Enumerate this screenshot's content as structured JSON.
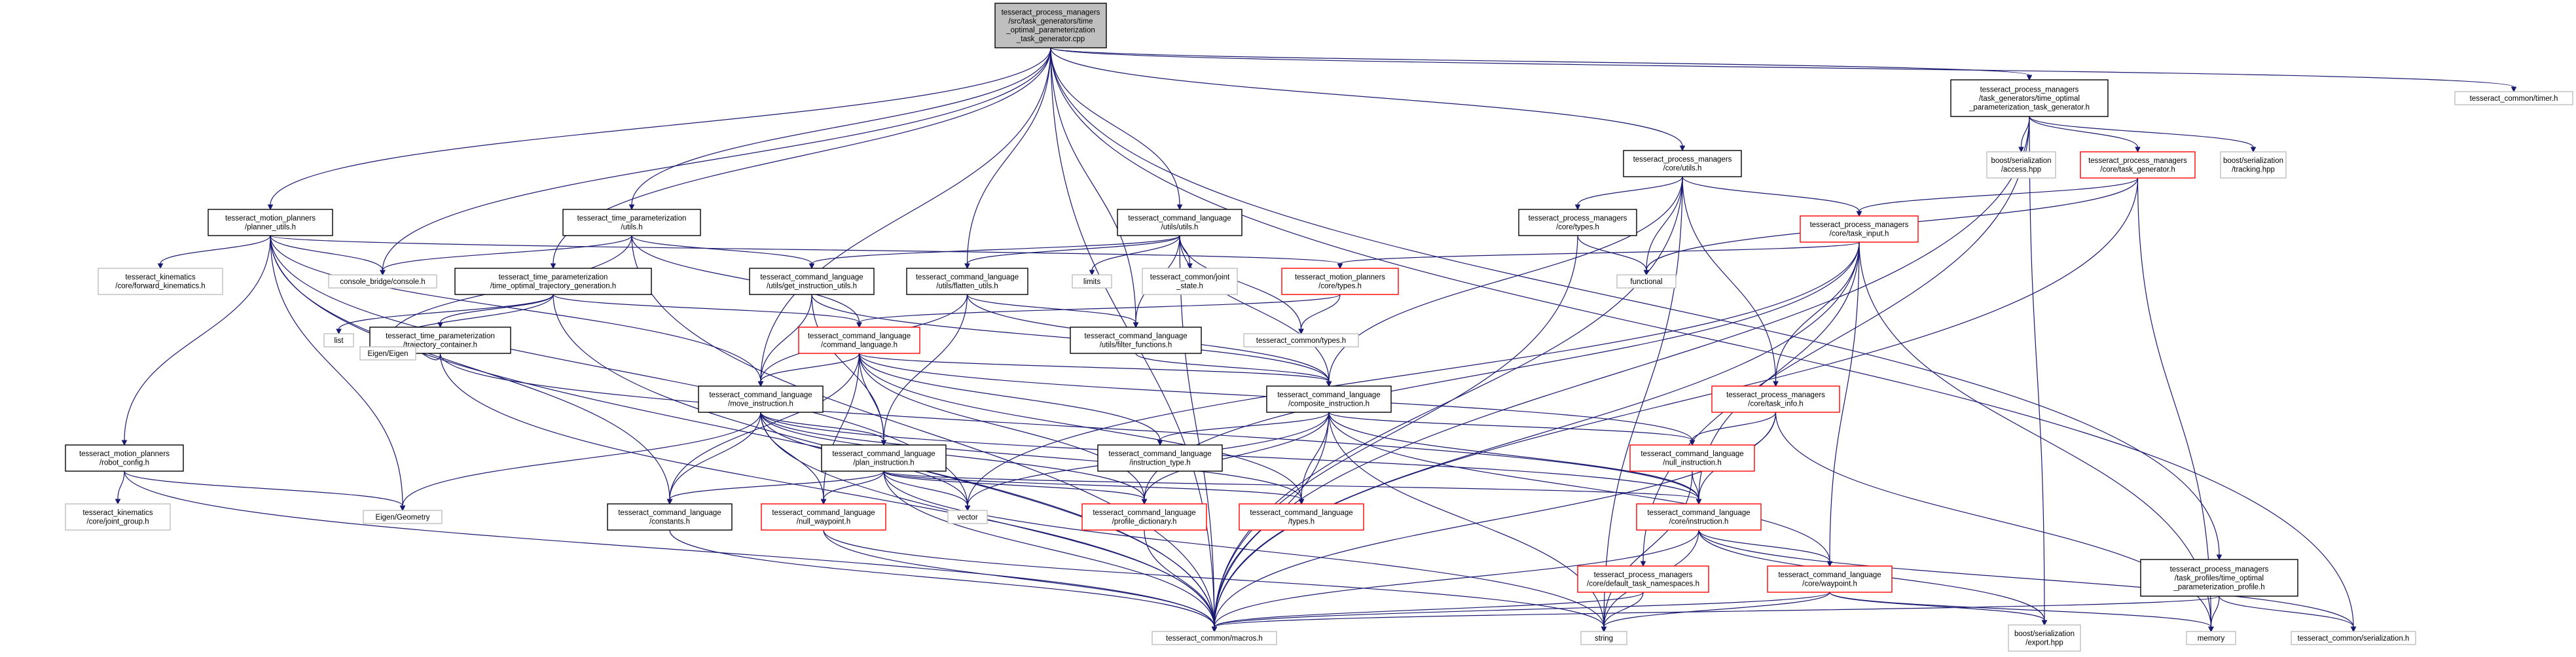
{
  "root": "n0",
  "nodes": [
    {
      "id": "n0",
      "lines": [
        "tesseract_process_managers",
        "/src/task_generators/time",
        "_optimal_parameterization",
        "_task_generator.cpp"
      ],
      "style": "root"
    },
    {
      "id": "n1",
      "lines": [
        "tesseract_process_managers",
        "/task_generators/time_optimal",
        "_parameterization_task_generator.h"
      ],
      "style": "black"
    },
    {
      "id": "n2",
      "lines": [
        "tesseract_common/timer.h"
      ],
      "style": "grey"
    },
    {
      "id": "n3",
      "lines": [
        "tesseract_process_managers",
        "/core/utils.h"
      ],
      "style": "black"
    },
    {
      "id": "n4",
      "lines": [
        "boost/serialization",
        "/access.hpp"
      ],
      "style": "grey"
    },
    {
      "id": "n5",
      "lines": [
        "tesseract_process_managers",
        "/core/task_generator.h"
      ],
      "style": "red"
    },
    {
      "id": "n6",
      "lines": [
        "boost/serialization",
        "/tracking.hpp"
      ],
      "style": "grey"
    },
    {
      "id": "n7",
      "lines": [
        "tesseract_motion_planners",
        "/planner_utils.h"
      ],
      "style": "black"
    },
    {
      "id": "n8",
      "lines": [
        "tesseract_time_parameterization",
        "/utils.h"
      ],
      "style": "black"
    },
    {
      "id": "n9",
      "lines": [
        "tesseract_command_language",
        "/utils/utils.h"
      ],
      "style": "black"
    },
    {
      "id": "n10",
      "lines": [
        "tesseract_process_managers",
        "/core/types.h"
      ],
      "style": "black"
    },
    {
      "id": "n11",
      "lines": [
        "tesseract_process_managers",
        "/core/task_input.h"
      ],
      "style": "red"
    },
    {
      "id": "n12",
      "lines": [
        "tesseract_kinematics",
        "/core/forward_kinematics.h"
      ],
      "style": "grey"
    },
    {
      "id": "n13",
      "lines": [
        "console_bridge/console.h"
      ],
      "style": "grey"
    },
    {
      "id": "n14",
      "lines": [
        "tesseract_time_parameterization",
        "/time_optimal_trajectory_generation.h"
      ],
      "style": "black"
    },
    {
      "id": "n15",
      "lines": [
        "tesseract_command_language",
        "/utils/get_instruction_utils.h"
      ],
      "style": "black"
    },
    {
      "id": "n16",
      "lines": [
        "tesseract_command_language",
        "/utils/flatten_utils.h"
      ],
      "style": "black"
    },
    {
      "id": "n17",
      "lines": [
        "limits"
      ],
      "style": "grey"
    },
    {
      "id": "n18",
      "lines": [
        "tesseract_common/joint",
        "_state.h"
      ],
      "style": "grey"
    },
    {
      "id": "n19",
      "lines": [
        "tesseract_motion_planners",
        "/core/types.h"
      ],
      "style": "red"
    },
    {
      "id": "n20",
      "lines": [
        "functional"
      ],
      "style": "grey"
    },
    {
      "id": "n21",
      "lines": [
        "list"
      ],
      "style": "grey"
    },
    {
      "id": "n22",
      "lines": [
        "tesseract_time_parameterization",
        "/trajectory_container.h"
      ],
      "style": "black"
    },
    {
      "id": "n23",
      "lines": [
        "tesseract_command_language",
        "/command_language.h"
      ],
      "style": "red"
    },
    {
      "id": "n24",
      "lines": [
        "tesseract_command_language",
        "/utils/filter_functions.h"
      ],
      "style": "black"
    },
    {
      "id": "n25",
      "lines": [
        "tesseract_common/types.h"
      ],
      "style": "grey"
    },
    {
      "id": "n26",
      "lines": [
        "Eigen/Eigen"
      ],
      "style": "grey"
    },
    {
      "id": "n27",
      "lines": [
        "tesseract_command_language",
        "/move_instruction.h"
      ],
      "style": "black"
    },
    {
      "id": "n28",
      "lines": [
        "tesseract_command_language",
        "/composite_instruction.h"
      ],
      "style": "black"
    },
    {
      "id": "n29",
      "lines": [
        "tesseract_process_managers",
        "/core/task_info.h"
      ],
      "style": "red"
    },
    {
      "id": "n30",
      "lines": [
        "tesseract_motion_planners",
        "/robot_config.h"
      ],
      "style": "black"
    },
    {
      "id": "n31",
      "lines": [
        "tesseract_command_language",
        "/plan_instruction.h"
      ],
      "style": "black"
    },
    {
      "id": "n32",
      "lines": [
        "tesseract_command_language",
        "/instruction_type.h"
      ],
      "style": "black"
    },
    {
      "id": "n33",
      "lines": [
        "tesseract_command_language",
        "/null_instruction.h"
      ],
      "style": "red"
    },
    {
      "id": "n34",
      "lines": [
        "tesseract_kinematics",
        "/core/joint_group.h"
      ],
      "style": "grey"
    },
    {
      "id": "n35",
      "lines": [
        "Eigen/Geometry"
      ],
      "style": "grey"
    },
    {
      "id": "n36",
      "lines": [
        "tesseract_command_language",
        "/constants.h"
      ],
      "style": "black"
    },
    {
      "id": "n37",
      "lines": [
        "tesseract_command_language",
        "/null_waypoint.h"
      ],
      "style": "red"
    },
    {
      "id": "n38",
      "lines": [
        "vector"
      ],
      "style": "grey"
    },
    {
      "id": "n39",
      "lines": [
        "tesseract_command_language",
        "/profile_dictionary.h"
      ],
      "style": "red"
    },
    {
      "id": "n40",
      "lines": [
        "tesseract_command_language",
        "/types.h"
      ],
      "style": "red"
    },
    {
      "id": "n41",
      "lines": [
        "tesseract_command_language",
        "/core/instruction.h"
      ],
      "style": "red"
    },
    {
      "id": "n42",
      "lines": [
        "tesseract_process_managers",
        "/core/default_task_namespaces.h"
      ],
      "style": "red"
    },
    {
      "id": "n43",
      "lines": [
        "tesseract_command_language",
        "/core/waypoint.h"
      ],
      "style": "red"
    },
    {
      "id": "n44",
      "lines": [
        "tesseract_process_managers",
        "/task_profiles/time_optimal",
        "_parameterization_profile.h"
      ],
      "style": "black"
    },
    {
      "id": "n45",
      "lines": [
        "tesseract_common/macros.h"
      ],
      "style": "grey"
    },
    {
      "id": "n46",
      "lines": [
        "string"
      ],
      "style": "grey"
    },
    {
      "id": "n47",
      "lines": [
        "boost/serialization",
        "/export.hpp"
      ],
      "style": "grey"
    },
    {
      "id": "n48",
      "lines": [
        "memory"
      ],
      "style": "grey"
    },
    {
      "id": "n49",
      "lines": [
        "tesseract_common/serialization.h"
      ],
      "style": "grey"
    }
  ],
  "edges": [
    [
      "n0",
      "n1"
    ],
    [
      "n0",
      "n2"
    ],
    [
      "n0",
      "n3"
    ],
    [
      "n0",
      "n7"
    ],
    [
      "n0",
      "n8"
    ],
    [
      "n0",
      "n9"
    ],
    [
      "n0",
      "n13"
    ],
    [
      "n0",
      "n14"
    ],
    [
      "n0",
      "n16"
    ],
    [
      "n0",
      "n24"
    ],
    [
      "n0",
      "n27"
    ],
    [
      "n0",
      "n44"
    ],
    [
      "n0",
      "n45"
    ],
    [
      "n0",
      "n49"
    ],
    [
      "n1",
      "n4"
    ],
    [
      "n1",
      "n5"
    ],
    [
      "n1",
      "n6"
    ],
    [
      "n1",
      "n42"
    ],
    [
      "n1",
      "n47"
    ],
    [
      "n1",
      "n45"
    ],
    [
      "n3",
      "n10"
    ],
    [
      "n3",
      "n11"
    ],
    [
      "n3",
      "n20"
    ],
    [
      "n3",
      "n28"
    ],
    [
      "n3",
      "n29"
    ],
    [
      "n3",
      "n45"
    ],
    [
      "n3",
      "n46"
    ],
    [
      "n5",
      "n11"
    ],
    [
      "n5",
      "n20"
    ],
    [
      "n5",
      "n48"
    ],
    [
      "n5",
      "n45"
    ],
    [
      "n7",
      "n12"
    ],
    [
      "n7",
      "n13"
    ],
    [
      "n7",
      "n19"
    ],
    [
      "n7",
      "n30"
    ],
    [
      "n7",
      "n35"
    ],
    [
      "n7",
      "n27"
    ],
    [
      "n7",
      "n36"
    ],
    [
      "n7",
      "n38"
    ],
    [
      "n7",
      "n45"
    ],
    [
      "n8",
      "n13"
    ],
    [
      "n8",
      "n15"
    ],
    [
      "n8",
      "n23"
    ],
    [
      "n8",
      "n26"
    ],
    [
      "n8",
      "n45"
    ],
    [
      "n9",
      "n15"
    ],
    [
      "n9",
      "n16"
    ],
    [
      "n9",
      "n17"
    ],
    [
      "n9",
      "n18"
    ],
    [
      "n9",
      "n24"
    ],
    [
      "n9",
      "n25"
    ],
    [
      "n9",
      "n28"
    ],
    [
      "n9",
      "n45"
    ],
    [
      "n10",
      "n20"
    ],
    [
      "n10",
      "n45"
    ],
    [
      "n11",
      "n19"
    ],
    [
      "n11",
      "n29"
    ],
    [
      "n11",
      "n41"
    ],
    [
      "n11",
      "n38"
    ],
    [
      "n11",
      "n39"
    ],
    [
      "n11",
      "n48"
    ],
    [
      "n11",
      "n45"
    ],
    [
      "n11",
      "n43"
    ],
    [
      "n14",
      "n21"
    ],
    [
      "n14",
      "n22"
    ],
    [
      "n14",
      "n23"
    ],
    [
      "n14",
      "n26"
    ],
    [
      "n14",
      "n45"
    ],
    [
      "n15",
      "n27"
    ],
    [
      "n15",
      "n31"
    ],
    [
      "n15",
      "n28"
    ],
    [
      "n16",
      "n24"
    ],
    [
      "n16",
      "n28"
    ],
    [
      "n16",
      "n27"
    ],
    [
      "n16",
      "n31"
    ],
    [
      "n19",
      "n23"
    ],
    [
      "n19",
      "n25"
    ],
    [
      "n22",
      "n26"
    ],
    [
      "n22",
      "n45"
    ],
    [
      "n22",
      "n41"
    ],
    [
      "n23",
      "n27"
    ],
    [
      "n23",
      "n28"
    ],
    [
      "n23",
      "n31"
    ],
    [
      "n23",
      "n32"
    ],
    [
      "n23",
      "n33"
    ],
    [
      "n23",
      "n36"
    ],
    [
      "n23",
      "n37"
    ],
    [
      "n23",
      "n40"
    ],
    [
      "n23",
      "n39"
    ],
    [
      "n24",
      "n28"
    ],
    [
      "n27",
      "n31"
    ],
    [
      "n27",
      "n35"
    ],
    [
      "n27",
      "n36"
    ],
    [
      "n27",
      "n37"
    ],
    [
      "n27",
      "n38"
    ],
    [
      "n27",
      "n39"
    ],
    [
      "n27",
      "n40"
    ],
    [
      "n27",
      "n41"
    ],
    [
      "n27",
      "n45"
    ],
    [
      "n28",
      "n32"
    ],
    [
      "n28",
      "n33"
    ],
    [
      "n28",
      "n38"
    ],
    [
      "n28",
      "n39"
    ],
    [
      "n28",
      "n40"
    ],
    [
      "n28",
      "n41"
    ],
    [
      "n28",
      "n45"
    ],
    [
      "n28",
      "n46"
    ],
    [
      "n28",
      "n43"
    ],
    [
      "n29",
      "n33"
    ],
    [
      "n29",
      "n41"
    ],
    [
      "n29",
      "n48"
    ],
    [
      "n29",
      "n45"
    ],
    [
      "n30",
      "n34"
    ],
    [
      "n30",
      "n35"
    ],
    [
      "n30",
      "n45"
    ],
    [
      "n31",
      "n36"
    ],
    [
      "n31",
      "n37"
    ],
    [
      "n31",
      "n38"
    ],
    [
      "n31",
      "n39"
    ],
    [
      "n31",
      "n40"
    ],
    [
      "n31",
      "n41"
    ],
    [
      "n31",
      "n45"
    ],
    [
      "n31",
      "n46"
    ],
    [
      "n33",
      "n41"
    ],
    [
      "n33",
      "n46"
    ],
    [
      "n36",
      "n45"
    ],
    [
      "n37",
      "n45"
    ],
    [
      "n37",
      "n46"
    ],
    [
      "n39",
      "n45"
    ],
    [
      "n41",
      "n43"
    ],
    [
      "n41",
      "n45"
    ],
    [
      "n41",
      "n46"
    ],
    [
      "n41",
      "n47"
    ],
    [
      "n41",
      "n49"
    ],
    [
      "n42",
      "n45"
    ],
    [
      "n42",
      "n46"
    ],
    [
      "n43",
      "n45"
    ],
    [
      "n43",
      "n46"
    ],
    [
      "n43",
      "n48"
    ],
    [
      "n43",
      "n47"
    ],
    [
      "n44",
      "n45"
    ],
    [
      "n44",
      "n48"
    ],
    [
      "n44",
      "n49"
    ]
  ]
}
